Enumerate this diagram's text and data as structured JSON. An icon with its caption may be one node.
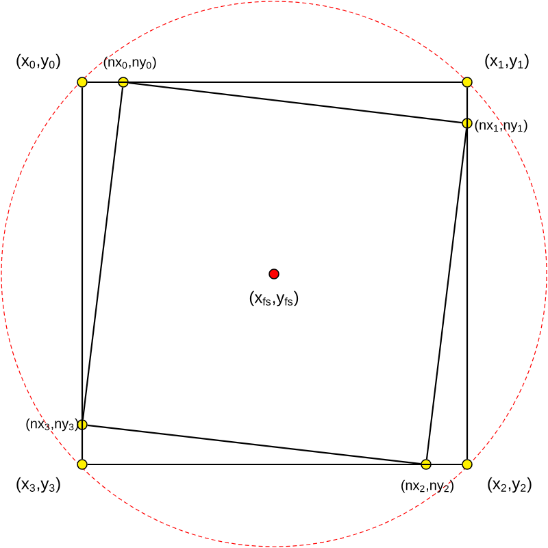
{
  "diagram": {
    "nodes": [
      {
        "text": [],
        "shape": "circle",
        "beside": [
          "(x$_{0}$,y$_{0}$)"
        ]
      },
      {
        "text": [],
        "shape": "circle",
        "beside": [
          "(x$_{1}$,y$_{1}$)"
        ]
      },
      {
        "text": [],
        "shape": "circle",
        "beside": [
          "(x$_{2}$,y$_{2}$)"
        ]
      },
      {
        "text": [],
        "shape": "circle",
        "beside": [
          "(x$_{3}$,y$_{3}$)"
        ]
      },
      {
        "text": [],
        "shape": "circle",
        "beside": [
          "(nx$_{0}$,ny$_{0}$)"
        ]
      },
      {
        "text": [],
        "shape": "circle",
        "beside": [
          "(nx$_{1}$,ny$_{1}$)"
        ]
      },
      {
        "text": [],
        "shape": "circle",
        "beside": [
          "(nx$_{2}$,ny$_{2}$)"
        ]
      },
      {
        "text": [],
        "shape": "circle",
        "beside": [
          "(nx$_{3}$,ny$_{3}$)"
        ]
      },
      {
        "text": [],
        "shape": "circle",
        "beside": [
          "(x$_{fs}$,y$_{fs}$)"
        ]
      }
    ],
    "edges": [
      {
        "from": 0,
        "to": 1,
        "arrow": "none"
      },
      {
        "from": 1,
        "to": 2,
        "arrow": "none"
      },
      {
        "from": 2,
        "to": 3,
        "arrow": "none"
      },
      {
        "from": 3,
        "to": 0,
        "arrow": "none"
      },
      {
        "from": 4,
        "to": 5,
        "arrow": "none"
      },
      {
        "from": 5,
        "to": 6,
        "arrow": "none"
      },
      {
        "from": 6,
        "to": 7,
        "arrow": "none"
      },
      {
        "from": 7,
        "to": 4,
        "arrow": "none"
      }
    ]
  }
}
